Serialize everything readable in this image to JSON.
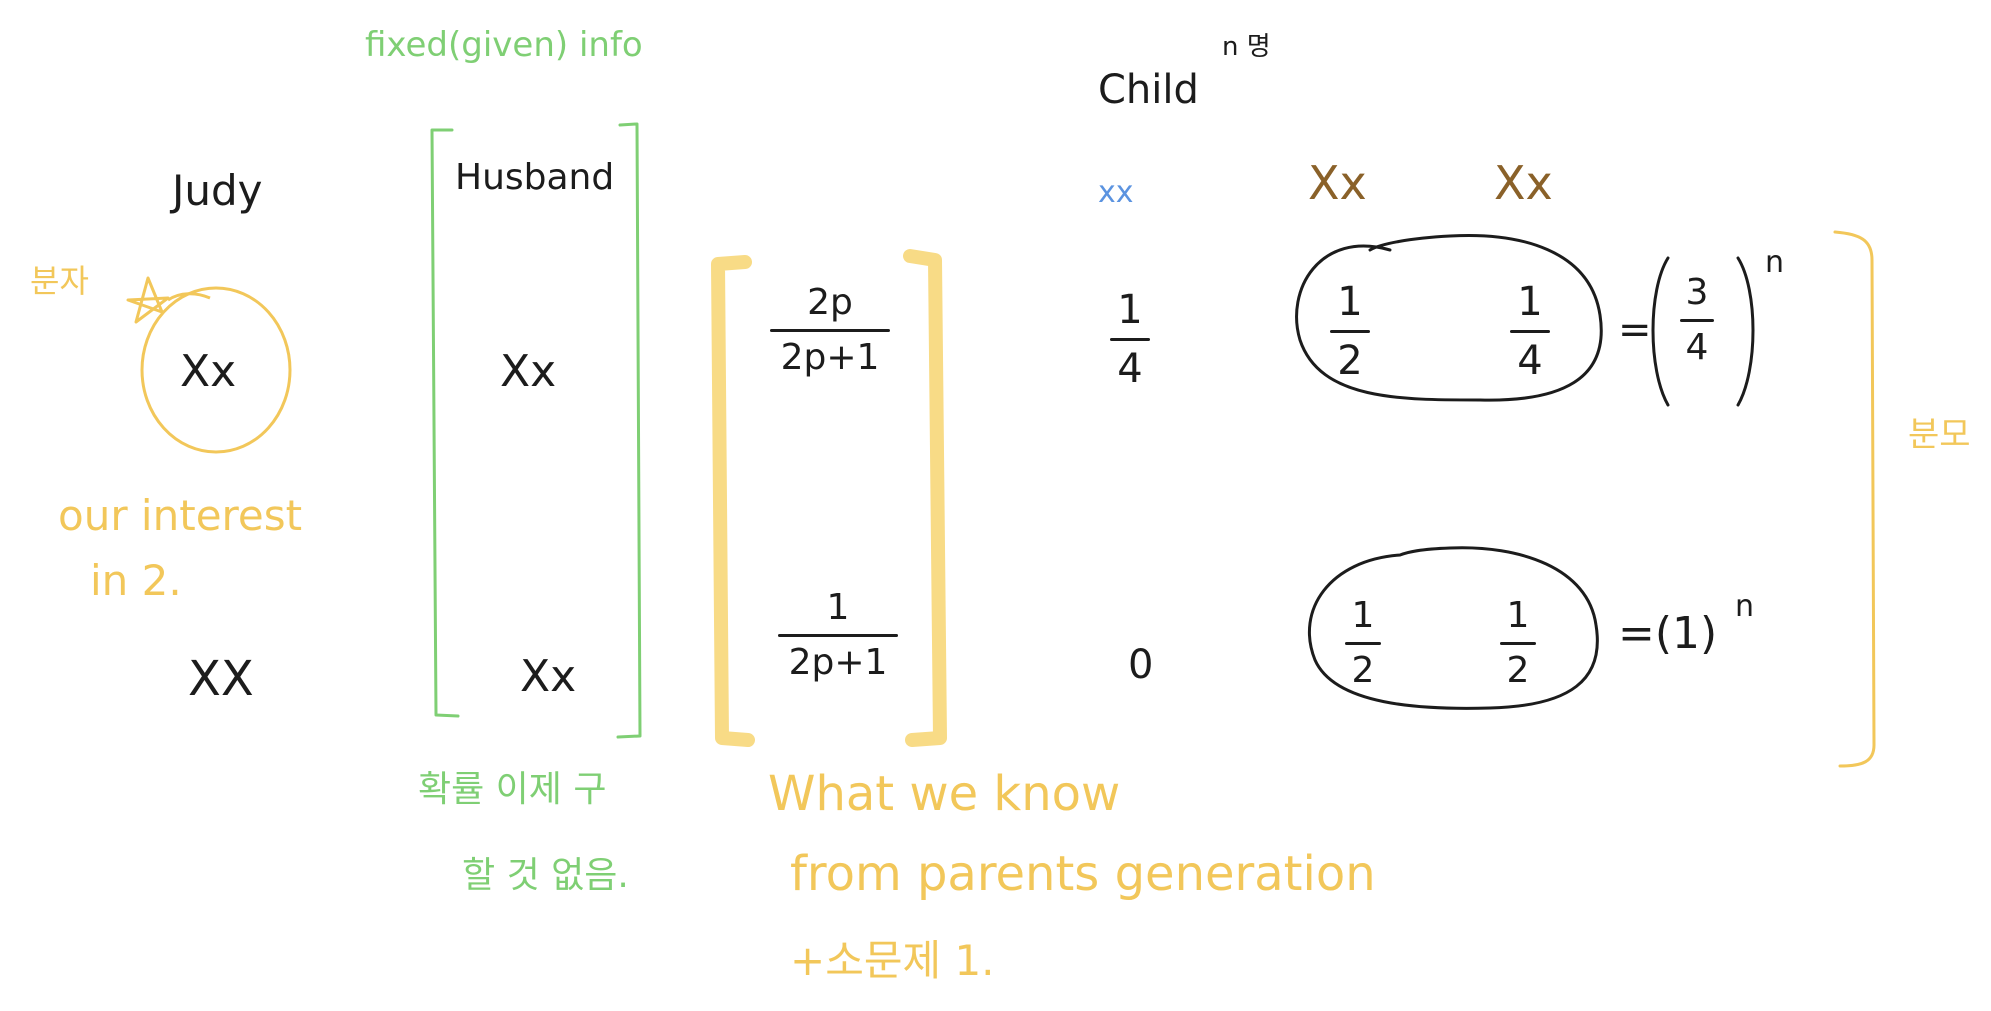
{
  "notes": {
    "fixed_info": "fixed(given) info",
    "child_label": "Child",
    "child_superscript": "n 명",
    "judy": "Judy",
    "husband": "Husband",
    "star_note": "분자",
    "denominator_note": "분모",
    "our_interest_line1": "our interest",
    "our_interest_line2": "in 2.",
    "green_note_line1": "확률 이제 구",
    "green_note_line2": "할 것 없음.",
    "what_we_know_line1": "What we know",
    "what_we_know_line2": "from parents generation",
    "what_we_know_line3": "+소문제 1."
  },
  "rows": [
    {
      "judy": "Xx",
      "husband": "Xx",
      "prob_num": "2p",
      "prob_den": "2p+1",
      "child_xx_num": "1",
      "child_xx_den": "4",
      "pair": [
        {
          "num": "1",
          "den": "2"
        },
        {
          "num": "1",
          "den": "4"
        }
      ],
      "result_prefix": "=",
      "result_num": "3",
      "result_den": "4",
      "result_exp": "n"
    },
    {
      "judy": "XX",
      "husband": "Xx",
      "prob_num": "1",
      "prob_den": "2p+1",
      "child_xx_value": "0",
      "pair": [
        {
          "num": "1",
          "den": "2"
        },
        {
          "num": "1",
          "den": "2"
        }
      ],
      "result_prefix": "=(1)",
      "result_exp": "n"
    }
  ],
  "child_headers": [
    "xx",
    "Xx",
    "Xx"
  ],
  "colors": {
    "ink": "#1c1c1c",
    "green": "#7fcf74",
    "yellow": "#f2c75a",
    "blue": "#5b93e0",
    "brown": "#8a6129",
    "bracket_fill": "#f8db86"
  },
  "icons": [
    "star-icon"
  ]
}
